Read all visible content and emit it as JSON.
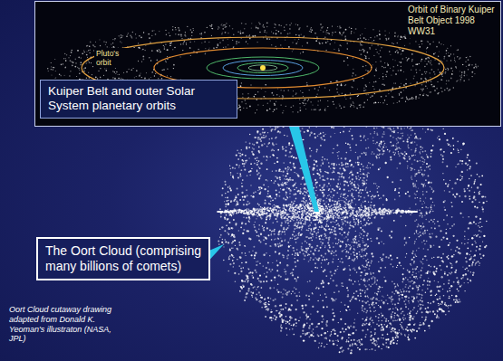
{
  "diagram": {
    "nodes": [
      {
        "text": [
          "Kuiper Belt and outer Solar System planetary orbits"
        ]
      },
      {
        "text": [
          "The Oort Cloud (comprising many billions of comets)"
        ]
      }
    ],
    "labels": [
      "Orbit of Binary Kuiper Belt Object 1998 WW31",
      "Pluto's orbit",
      "Oort Cloud cutaway drawing adapted from Donald K. Yeoman's illustraton (NASA, JPL)"
    ]
  }
}
